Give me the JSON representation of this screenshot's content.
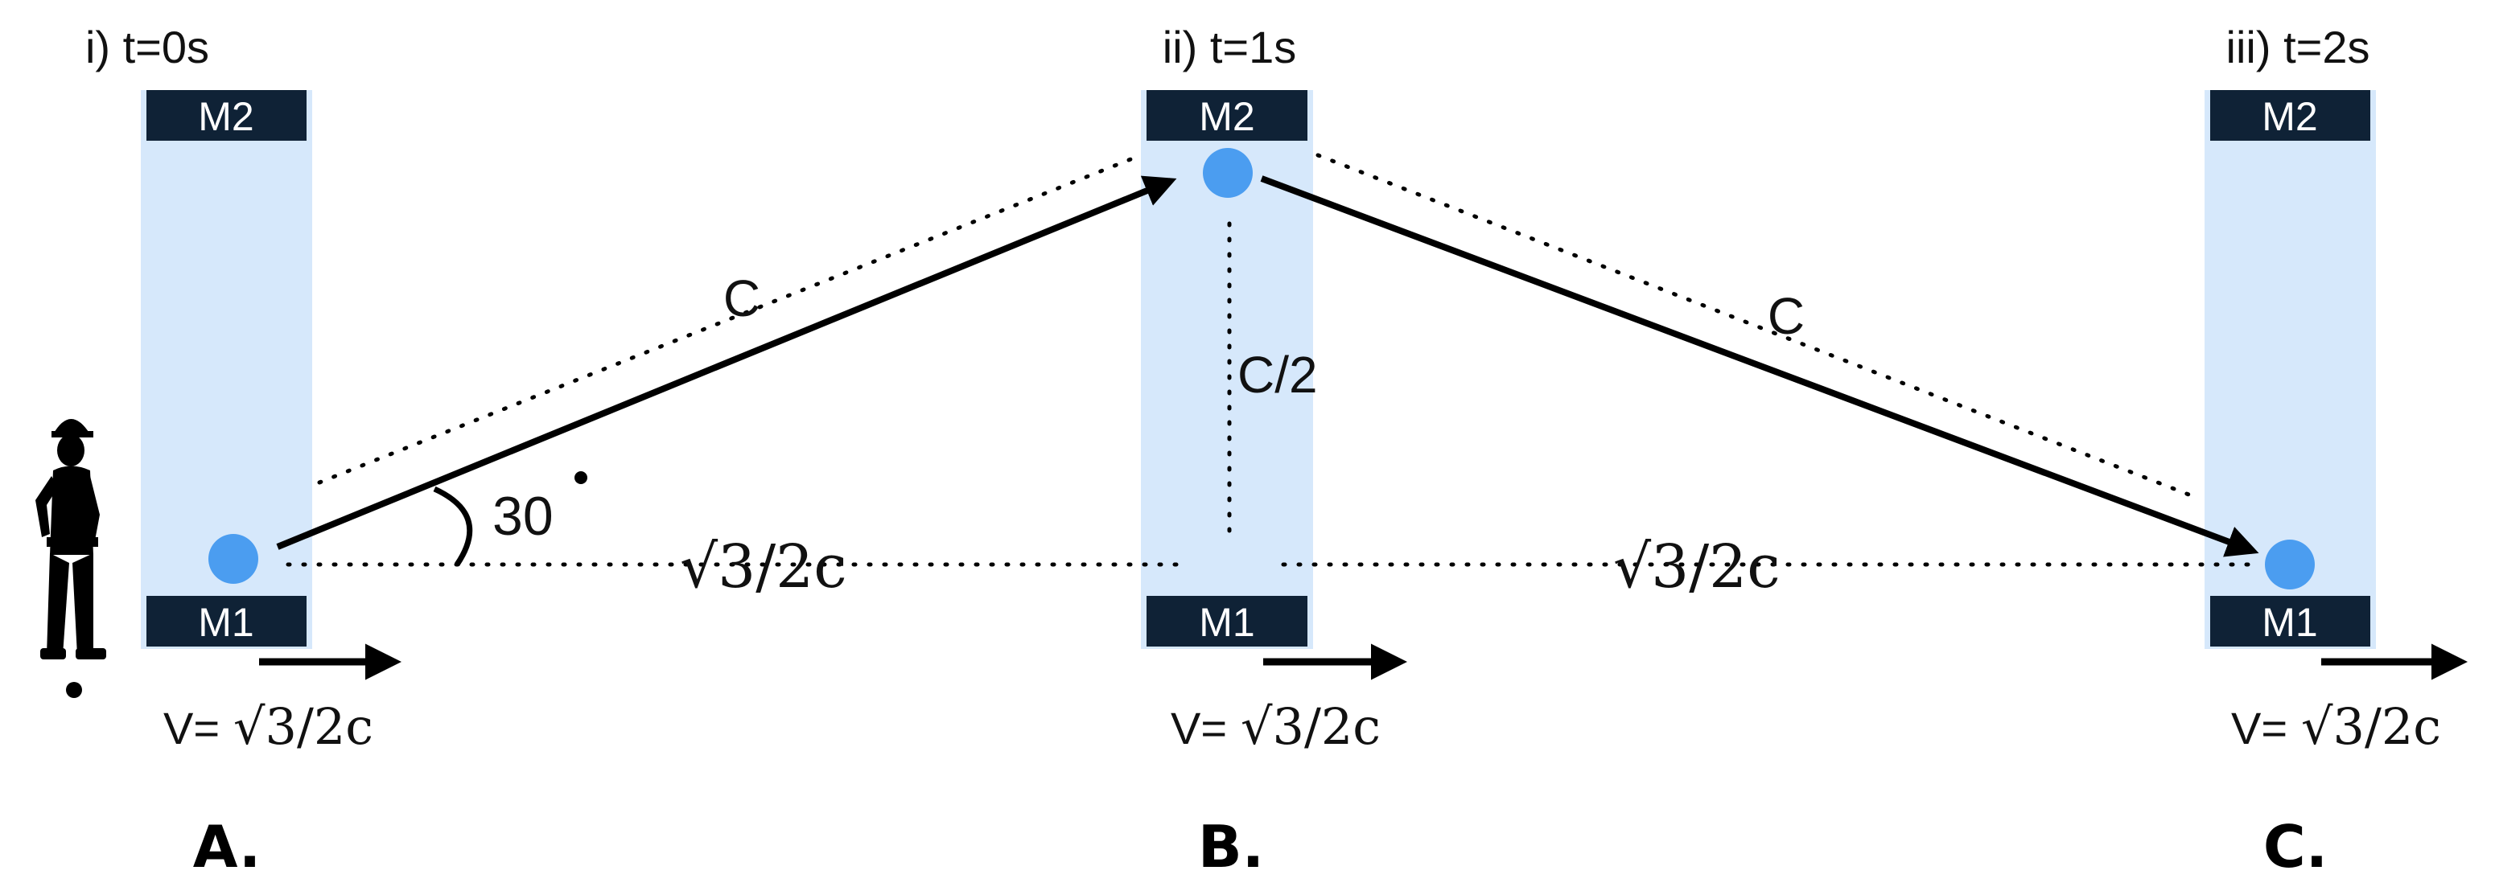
{
  "colors": {
    "panel_fill": "#d6e8fb",
    "mirror_fill": "#0f2236",
    "mirror_text": "#ffffff",
    "photon": "#4b9df0",
    "ink": "#000000"
  },
  "frames": [
    {
      "title": "i) t=0s",
      "top_mirror": "M2",
      "bottom_mirror": "M1",
      "velocity_prefix": "V=",
      "velocity_value": "√3/2c",
      "panel_letter": "A."
    },
    {
      "title": "ii) t=1s",
      "top_mirror": "M2",
      "bottom_mirror": "M1",
      "velocity_prefix": "V=",
      "velocity_value": "√3/2c",
      "panel_letter": "B."
    },
    {
      "title": "iii) t=2s",
      "top_mirror": "M2",
      "bottom_mirror": "M1",
      "velocity_prefix": "V=",
      "velocity_value": "√3/2c",
      "panel_letter": "C."
    }
  ],
  "annotations": {
    "hyp_left": "C",
    "hyp_right": "C",
    "vertical": "C/2",
    "angle": "30",
    "base_left": "√3/2c",
    "base_right": "√3/2c"
  },
  "icons": {
    "observer": "person-silhouette-icon",
    "photon": "photon-dot-icon",
    "motion": "right-arrow-icon"
  }
}
